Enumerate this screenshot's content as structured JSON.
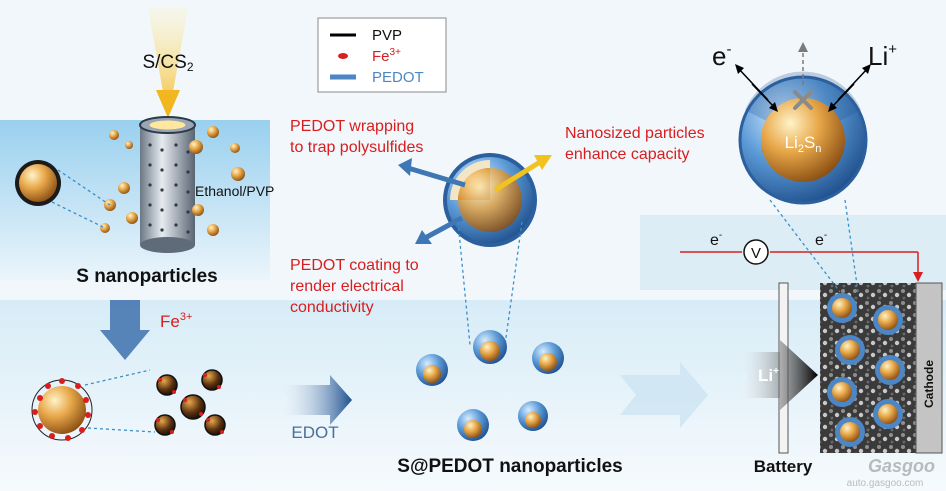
{
  "title": "",
  "labels": {
    "precursor": "S/CS",
    "precursor_sub": "2",
    "solvent": "Ethanol/PVP",
    "s_np": "S nanoparticles",
    "fe": "Fe",
    "fe_sup": "3+",
    "edot": "EDOT",
    "s_pedot": "S@PEDOT nanoparticles",
    "battery": "Battery",
    "cathode": "Cathode",
    "li_ion": "Li",
    "li_sup": "+",
    "electron": "e",
    "electron_sup": "-",
    "voltmeter": "V",
    "li2sn": "Li",
    "li2sn_sub": "2",
    "li2sn_s": "S",
    "li2sn_n": "n"
  },
  "legend": {
    "pvp": "PVP",
    "fe": "Fe",
    "fe_sup": "3+",
    "pedot": "PEDOT"
  },
  "annotations": {
    "wrap_line1": "PEDOT wrapping",
    "wrap_line2": "to trap polysulfides",
    "nano_line1": "Nanosized particles",
    "nano_line2": "enhance capacity",
    "coat_line1": "PEDOT coating to",
    "coat_line2": "render electrical",
    "coat_line3": "conductivity"
  },
  "watermark": {
    "brand": "Gasgoo",
    "url": "auto.gasgoo.com"
  },
  "colors": {
    "annotation_red": "#d81e1e",
    "pedot_blue": "#4d86c4",
    "sulfur_gold": "#e8a84a",
    "arrow_gold": "#f2b61e",
    "background_blue": "#bfe0f2"
  }
}
